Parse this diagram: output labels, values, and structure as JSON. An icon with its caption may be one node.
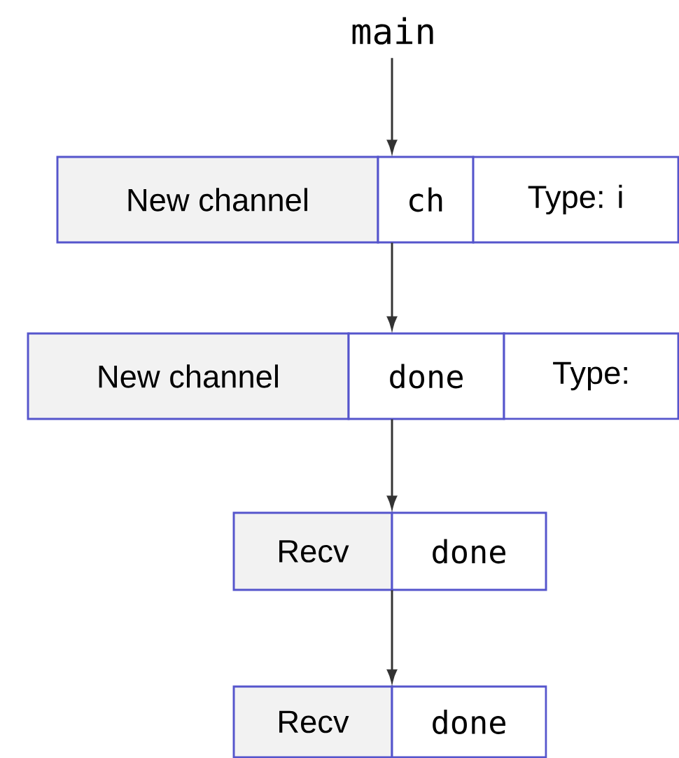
{
  "diagram": {
    "nodes": [
      {
        "text": [
          "main"
        ]
      },
      {
        "text": [
          "New channel",
          "ch",
          "Type: i"
        ]
      },
      {
        "text": [
          "New channel",
          "done",
          "Type:"
        ]
      },
      {
        "text": [
          "Recv",
          "done"
        ]
      },
      {
        "text": [
          "Recv",
          "done"
        ]
      }
    ],
    "edges": [
      {
        "from": 0,
        "to": 1,
        "arrow": "to"
      },
      {
        "from": 1,
        "to": 2,
        "arrow": "to"
      },
      {
        "from": 2,
        "to": 3,
        "arrow": "to"
      },
      {
        "from": 3,
        "to": 4,
        "arrow": "to"
      }
    ]
  }
}
